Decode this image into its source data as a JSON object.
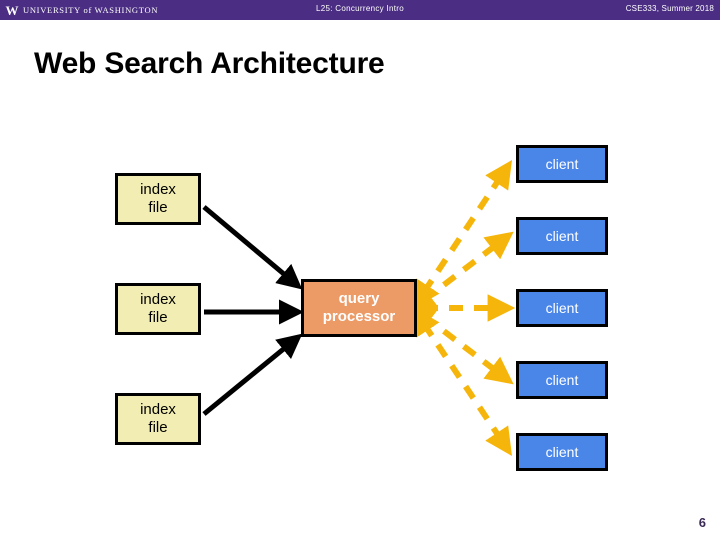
{
  "header": {
    "logo_w": "W",
    "wordmark": "UNIVERSITY of WASHINGTON",
    "center_title": "L25:  Concurrency Intro",
    "right_title": "CSE333, Summer 2018",
    "bar_color": "#4b2e83"
  },
  "slide": {
    "title": "Web Search Architecture",
    "page_number": "6"
  },
  "diagram": {
    "index_nodes": [
      {
        "line1": "index",
        "line2": "file"
      },
      {
        "line1": "index",
        "line2": "file"
      },
      {
        "line1": "index",
        "line2": "file"
      }
    ],
    "query_node": {
      "line1": "query",
      "line2": "processor"
    },
    "client_nodes": [
      {
        "label": "client"
      },
      {
        "label": "client"
      },
      {
        "label": "client"
      },
      {
        "label": "client"
      },
      {
        "label": "client"
      }
    ],
    "colors": {
      "index_fill": "#f2eeb3",
      "query_fill": "#ec9a66",
      "client_fill": "#4a86e8",
      "node_stroke": "#000000",
      "index_arrow": "#000000",
      "client_arrow": "#f5b50a"
    }
  }
}
